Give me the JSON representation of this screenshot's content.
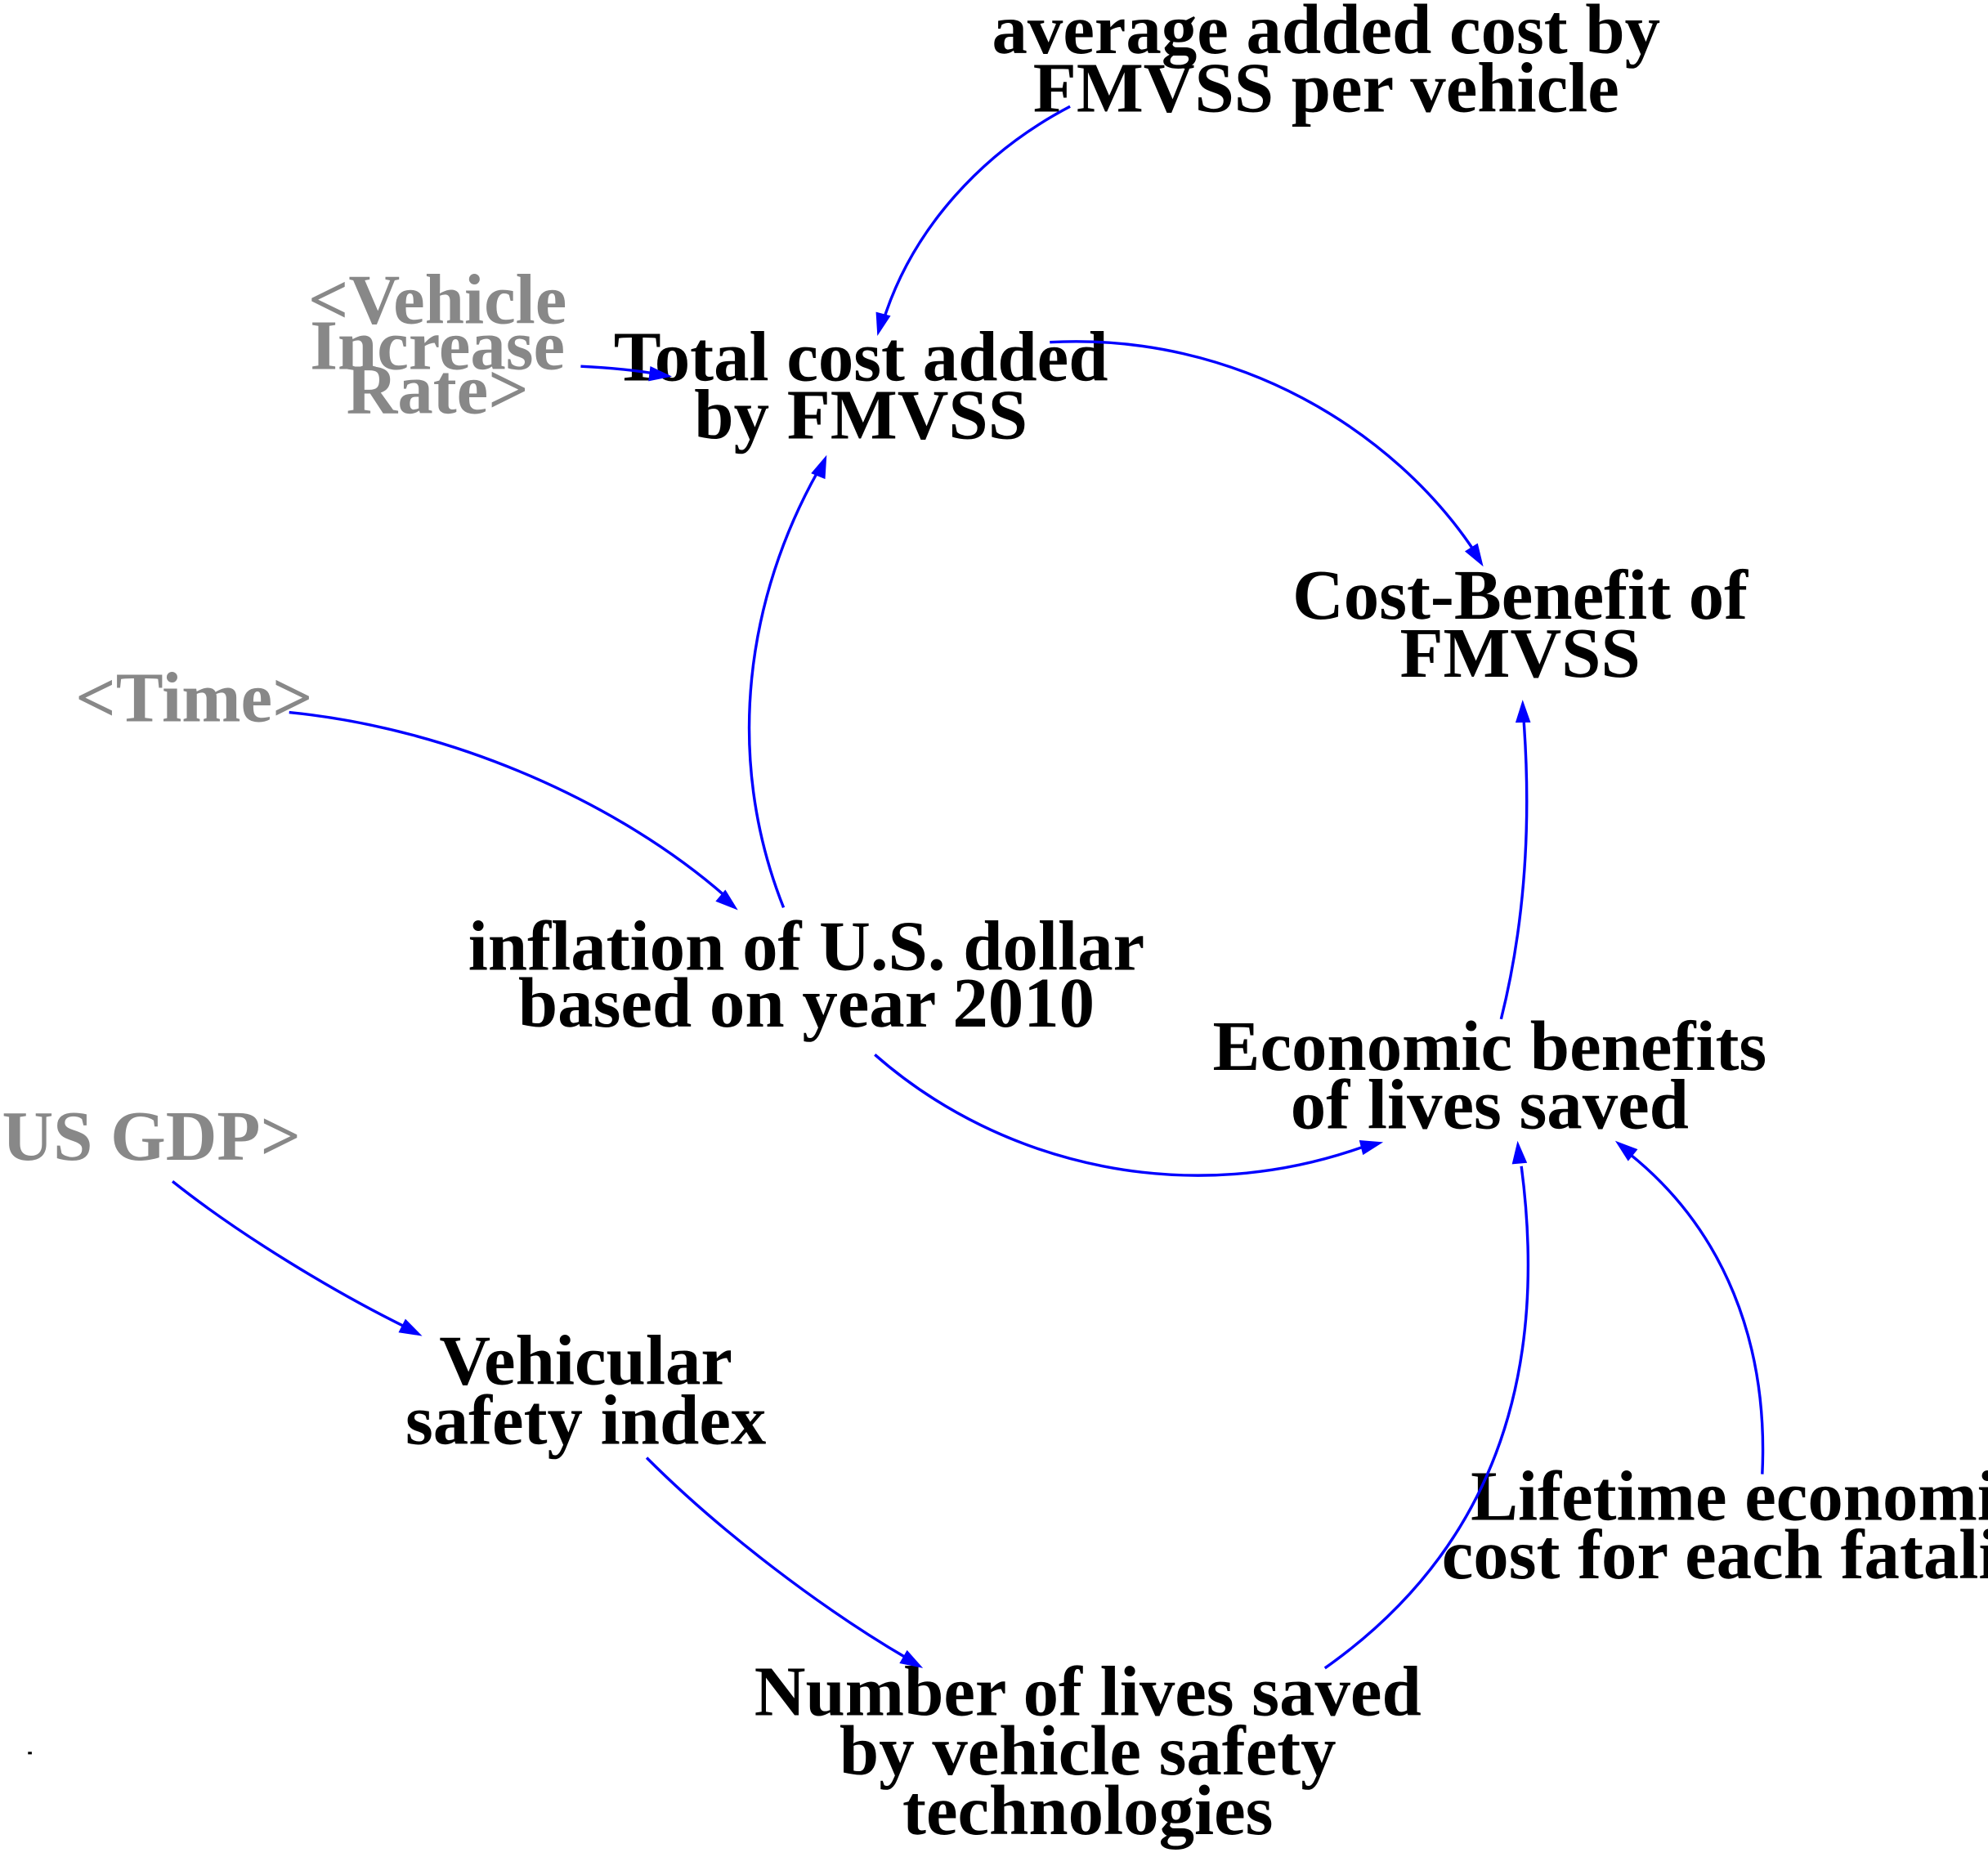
{
  "diagram": {
    "variables": {
      "avg_added_cost": [
        "average added cost by",
        "FMVSS per vehicle"
      ],
      "vehicle_increase_rate": [
        "<Vehicle",
        "Increase",
        "Rate>"
      ],
      "total_cost_added": [
        "Total cost added",
        "by FMVSS"
      ],
      "cost_benefit": [
        "Cost-Benefit of",
        "FMVSS"
      ],
      "time": [
        "<Time>"
      ],
      "inflation": [
        "inflation of U.S. dollar",
        "based on year 2010"
      ],
      "economic_benefits": [
        "Economic benefits",
        "of lives saved"
      ],
      "us_gdp": [
        ":US GDP>"
      ],
      "vehicular_safety_index": [
        "Vehicular",
        "safety index"
      ],
      "lifetime_cost": [
        "Lifetime economic",
        "cost for each fatality"
      ],
      "lives_saved": [
        "Number of lives saved",
        "by vehicle safety",
        "technologies"
      ]
    },
    "colors": {
      "link": "#0000ff",
      "variable": "#000000",
      "shadow_variable": "#888888",
      "background": "#ffffff"
    }
  }
}
